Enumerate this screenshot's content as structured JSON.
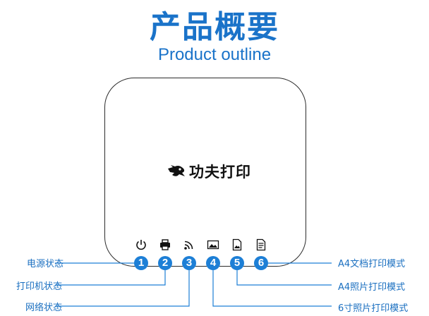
{
  "header": {
    "title_cn": "产品概要",
    "title_en": "Product outline"
  },
  "logo": {
    "text": "功夫打印"
  },
  "colors": {
    "accent": "#1a73c9",
    "badge": "#1d7fd6",
    "device_border": "#2b2b2b"
  },
  "indicators": [
    {
      "number": "1",
      "icon": "power-icon"
    },
    {
      "number": "2",
      "icon": "printer-icon"
    },
    {
      "number": "3",
      "icon": "wifi-icon"
    },
    {
      "number": "4",
      "icon": "photo-icon"
    },
    {
      "number": "5",
      "icon": "photo-doc-icon"
    },
    {
      "number": "6",
      "icon": "document-icon"
    }
  ],
  "labels_left": [
    "电源状态",
    "打印机状态",
    "网络状态"
  ],
  "labels_right": [
    "A4文档打印模式",
    "A4照片打印模式",
    "6寸照片打印模式"
  ]
}
